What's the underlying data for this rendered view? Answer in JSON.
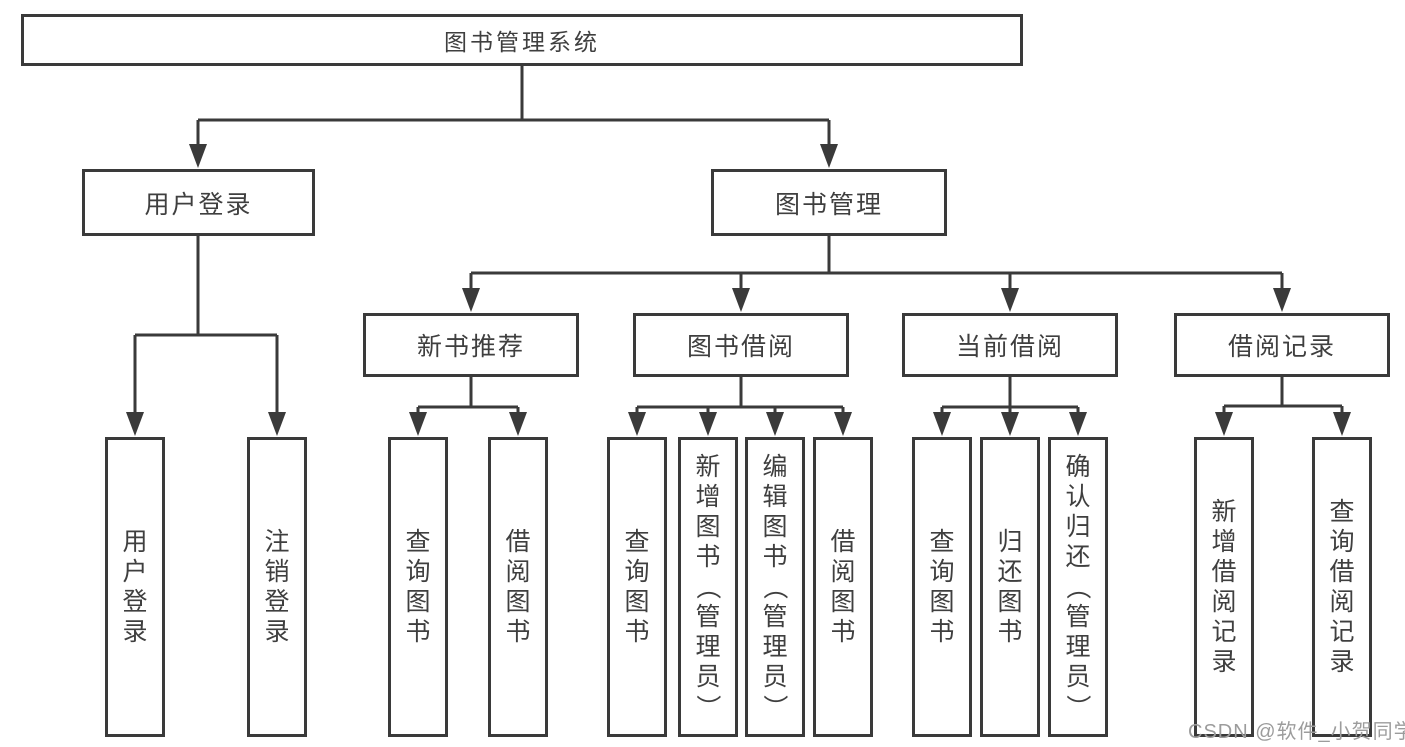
{
  "diagram": {
    "title": "图书管理系统",
    "level2": [
      {
        "label": "用户登录"
      },
      {
        "label": "图书管理"
      }
    ],
    "level3": [
      {
        "label": "新书推荐"
      },
      {
        "label": "图书借阅"
      },
      {
        "label": "当前借阅"
      },
      {
        "label": "借阅记录"
      }
    ],
    "leaves": [
      {
        "label": "用户登录",
        "parent": "用户登录"
      },
      {
        "label": "注销登录",
        "parent": "用户登录"
      },
      {
        "label": "查询图书",
        "parent": "新书推荐"
      },
      {
        "label": "借阅图书",
        "parent": "新书推荐"
      },
      {
        "label": "查询图书",
        "parent": "图书借阅"
      },
      {
        "label": "新增图书（管理员）",
        "parent": "图书借阅"
      },
      {
        "label": "编辑图书（管理员）",
        "parent": "图书借阅"
      },
      {
        "label": "借阅图书",
        "parent": "图书借阅"
      },
      {
        "label": "查询图书",
        "parent": "当前借阅"
      },
      {
        "label": "归还图书",
        "parent": "当前借阅"
      },
      {
        "label": "确认归还（管理员）",
        "parent": "当前借阅"
      },
      {
        "label": "新增借阅记录",
        "parent": "借阅记录"
      },
      {
        "label": "查询借阅记录",
        "parent": "借阅记录"
      }
    ]
  },
  "watermark": {
    "text": "CSDN @软件_小贺同学"
  },
  "colors": {
    "line": "#3a3a3a",
    "text": "#3f3f3f",
    "box_background": "#ffffff",
    "page_background": "#ffffff",
    "watermark": "#9c9c9c"
  }
}
